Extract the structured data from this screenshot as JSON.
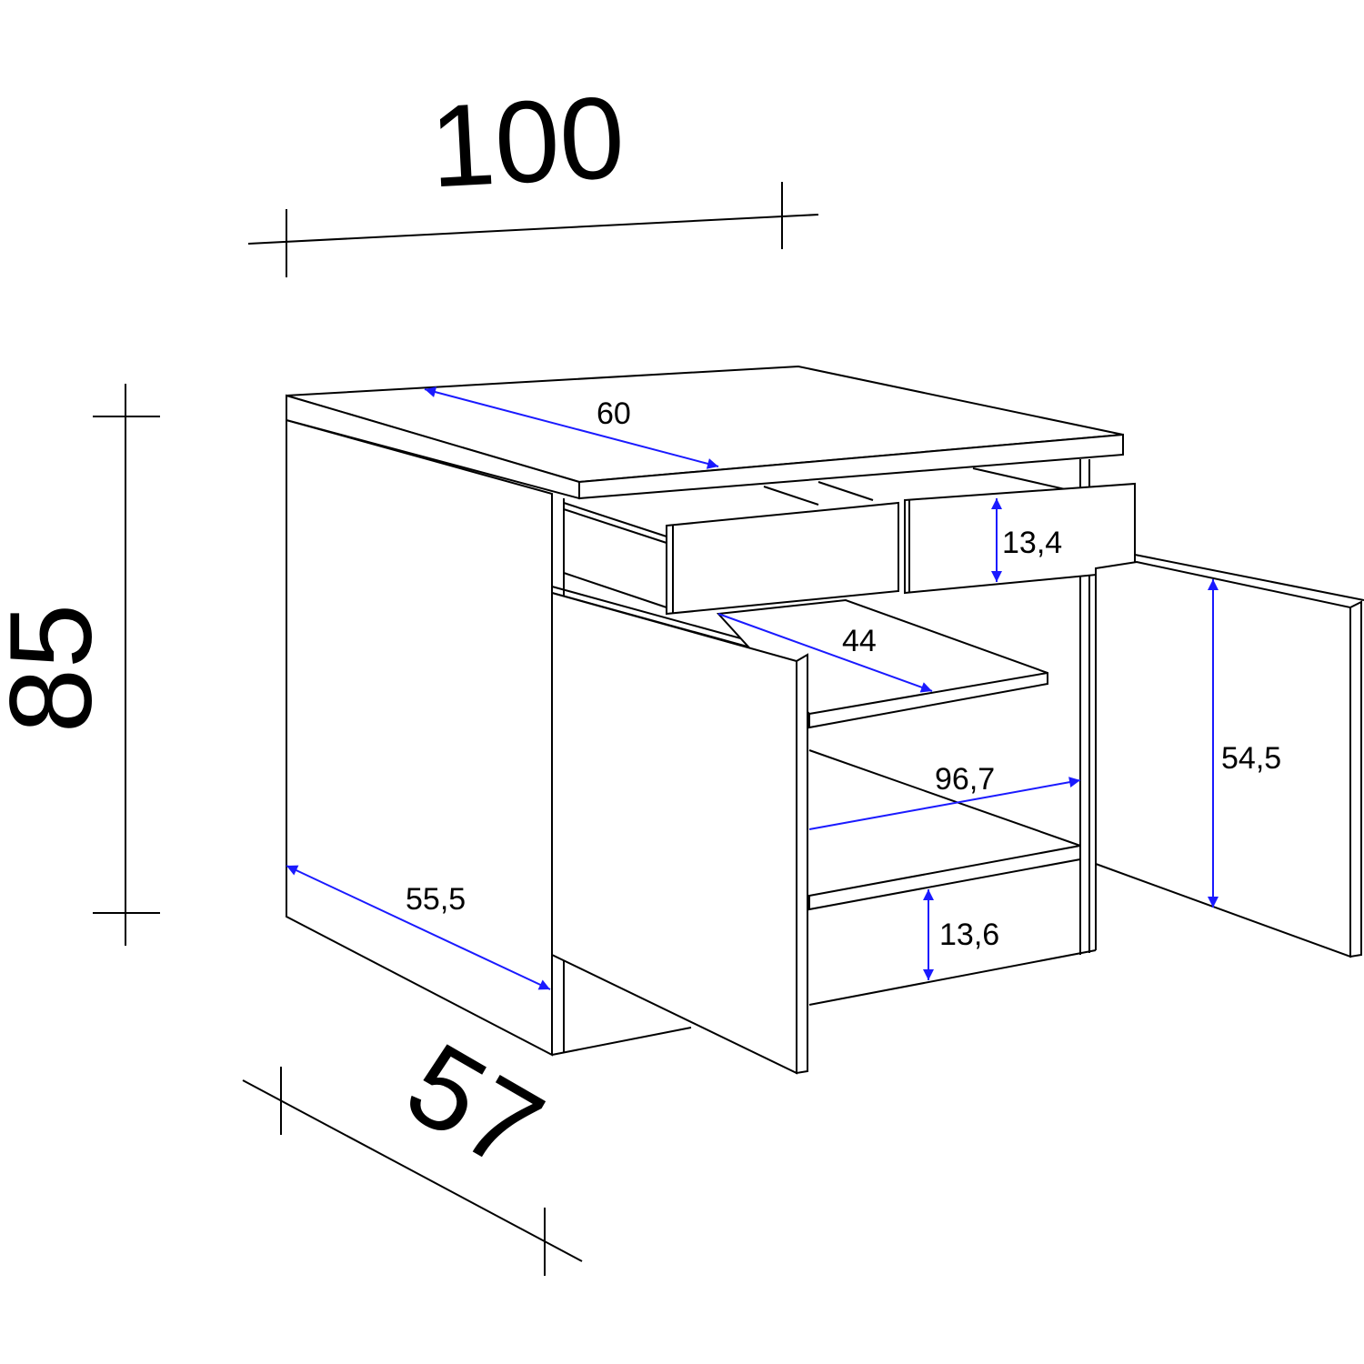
{
  "overall_dimensions": {
    "width": "100",
    "height": "85",
    "depth": "57"
  },
  "inner_dimensions": {
    "worktop_depth": "60",
    "drawer_height": "13,4",
    "shelf_depth": "44",
    "inner_width": "96,7",
    "door_height": "54,5",
    "side_depth": "55,5",
    "bottom_drawer_height": "13,6"
  },
  "colors": {
    "outline": "#000000",
    "dimension_arrows": "#1a1aff"
  }
}
